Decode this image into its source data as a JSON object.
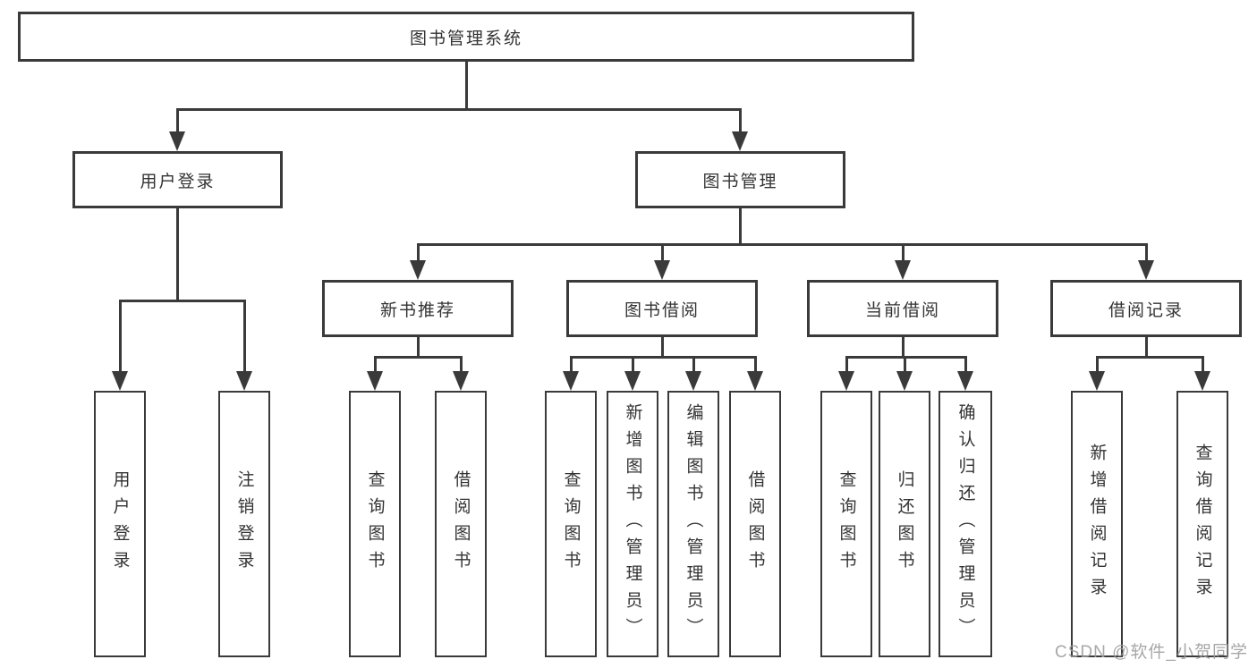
{
  "title": "图书管理系统",
  "branches": {
    "user_login": {
      "label": "用户登录",
      "children": [
        "用户登录",
        "注销登录"
      ]
    },
    "book_mgmt": {
      "label": "图书管理",
      "sections": [
        {
          "label": "新书推荐",
          "children": [
            "查询图书",
            "借阅图书"
          ]
        },
        {
          "label": "图书借阅",
          "children": [
            "查询图书",
            "新增图书（管理员）",
            "编辑图书（管理员）",
            "借阅图书"
          ]
        },
        {
          "label": "当前借阅",
          "children": [
            "查询图书",
            "归还图书",
            "确认归还（管理员）"
          ]
        },
        {
          "label": "借阅记录",
          "children": [
            "新增借阅记录",
            "查询借阅记录"
          ]
        }
      ]
    }
  },
  "watermark": "CSDN @软件_小贺同学",
  "colors": {
    "line": "#3a3a3a",
    "text": "#333333",
    "watermark": "#9e9e9e",
    "background": "#ffffff"
  }
}
